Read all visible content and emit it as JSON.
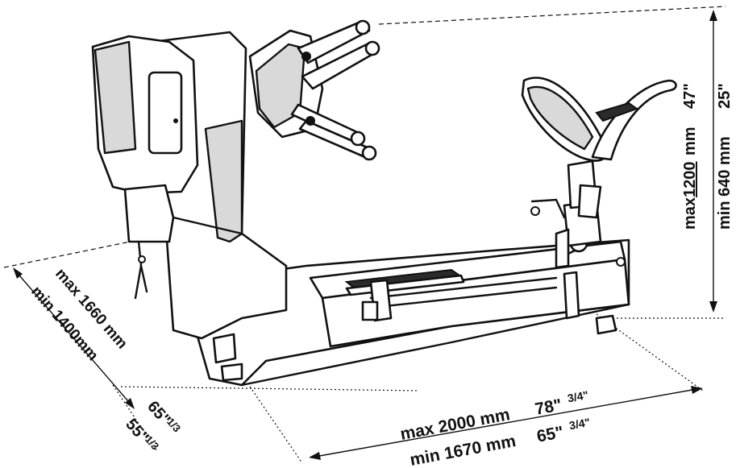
{
  "dimensions": {
    "height": {
      "max_metric": "max",
      "max_value": "1200",
      "max_unit": "mm",
      "max_inch": "47\"",
      "min_metric": "min 640 mm",
      "min_inch": "25\""
    },
    "length": {
      "max_label": "max 2000 mm",
      "max_inch": "78\"",
      "max_frac": "3/4\"",
      "min_label": "min  1670 mm",
      "min_inch": "65\"",
      "min_frac": "3/4\""
    },
    "width": {
      "max_label": "max 1660 mm",
      "min_label": "min 1400mm",
      "max_inch": "65\"",
      "max_frac": "1/3",
      "min_inch": "55\"",
      "min_frac": "1/3"
    }
  },
  "colors": {
    "ink": "#111111",
    "paper": "#ffffff",
    "shade": "#d9d9d9"
  }
}
